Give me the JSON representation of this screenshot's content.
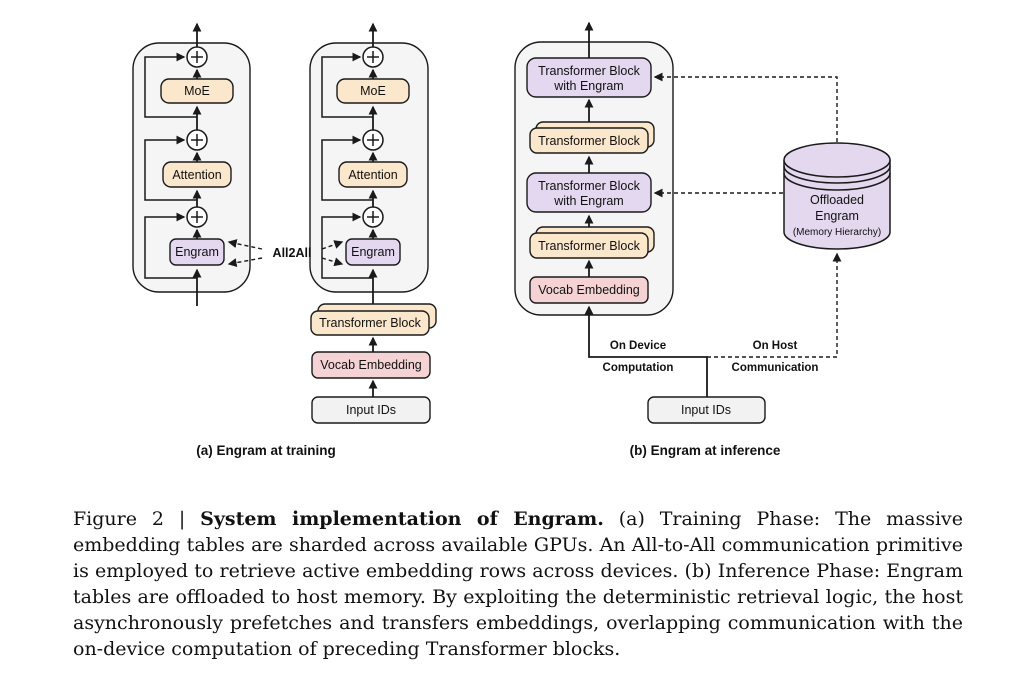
{
  "colors": {
    "cream": "#fbe7cc",
    "purple": "#e3d8f0",
    "pink": "#f5d3d4",
    "panel_fill": "#f5f5f5",
    "input_fill": "#f2f2f2",
    "stroke": "#1a1a1a"
  },
  "panel_a": {
    "caption": "(a) Engram at training",
    "moe": "MoE",
    "attention": "Attention",
    "engram": "Engram",
    "all2all": "All2All",
    "transformer_block": "Transformer Block",
    "vocab_embedding": "Vocab Embedding",
    "input_ids": "Input IDs"
  },
  "panel_b": {
    "caption": "(b) Engram at inference",
    "tbe_line1": "Transformer Block",
    "tbe_line2": "with Engram",
    "transformer_block": "Transformer Block",
    "vocab_embedding": "Vocab Embedding",
    "input_ids": "Input IDs",
    "cyl_line1": "Offloaded",
    "cyl_line2": "Engram",
    "cyl_line3": "(Memory Hierarchy)",
    "on_device_1": "On Device",
    "on_device_2": "Computation",
    "on_host_1": "On Host",
    "on_host_2": "Communication"
  },
  "caption": {
    "figure_label": "Figure 2",
    "separator": "|",
    "bold_title": "System implementation of Engram.",
    "body": "(a) Training Phase: The massive embedding tables are sharded across available GPUs. An All-to-All communication primitive is employed to retrieve active embedding rows across devices. (b) Inference Phase: Engram tables are offloaded to host memory. By exploiting the deterministic retrieval logic, the host asynchronously prefetches and transfers embeddings, overlapping communication with the on-device computation of preceding Transformer blocks."
  }
}
